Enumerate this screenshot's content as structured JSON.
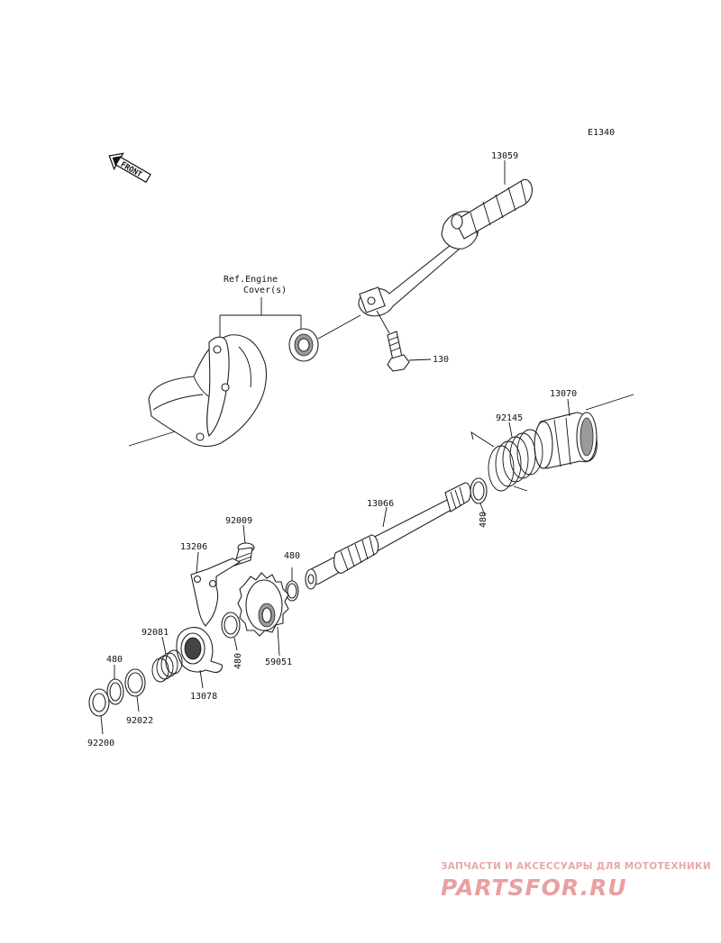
{
  "diagram_code": "E1340",
  "front_label": "FRONT",
  "reference": {
    "line1": "Ref.Engine",
    "line2": "Cover(s)"
  },
  "part_numbers": {
    "kick_pedal": "13059",
    "bolt": "130",
    "kick_gear_bushing": "13070",
    "spring_return": "92145",
    "circlip_right": "480",
    "shaft": "13066",
    "circlip_mid": "480",
    "bolt_guide": "92009",
    "guide_plate": "13206",
    "kick_gear": "59051",
    "circlip_gear": "480",
    "spring_ratchet": "92081",
    "ratchet": "13078",
    "circlip_left": "480",
    "washer_92022": "92022",
    "washer_92200": "92200"
  },
  "watermark": {
    "tagline": "ЗАПЧАСТИ И АКСЕССУАРЫ ДЛЯ МОТОТЕХНИКИ",
    "brand": "PARTSFOR.RU"
  }
}
